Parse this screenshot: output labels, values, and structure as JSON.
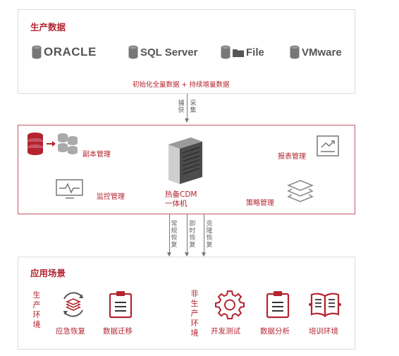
{
  "production": {
    "title": "生产数据",
    "sources": [
      "ORACLE",
      "SQL Server",
      "File",
      "VMware"
    ],
    "subtitle": "初始化全量数据 + 持续增量数据"
  },
  "capture": {
    "left": "捕获",
    "right": "采集"
  },
  "cdm": {
    "copy_mgmt": "副本管理",
    "report_mgmt": "报表管理",
    "monitor_mgmt": "监控管理",
    "policy_mgmt": "策略管理",
    "device_line1": "热备CDM",
    "device_line2": "一体机"
  },
  "recovery": {
    "a": "常规恢复",
    "b": "即时恢复",
    "c": "克隆恢复"
  },
  "scenarios": {
    "title": "应用场景",
    "prod_env": "生产环境",
    "nonprod_env": "非生产环境",
    "items": [
      "应急恢复",
      "数据迁移",
      "开发测试",
      "数据分析",
      "培训环境"
    ]
  },
  "colors": {
    "accent": "#b3242f",
    "border": "#dcdcdc",
    "midBorder": "#c8556a"
  }
}
